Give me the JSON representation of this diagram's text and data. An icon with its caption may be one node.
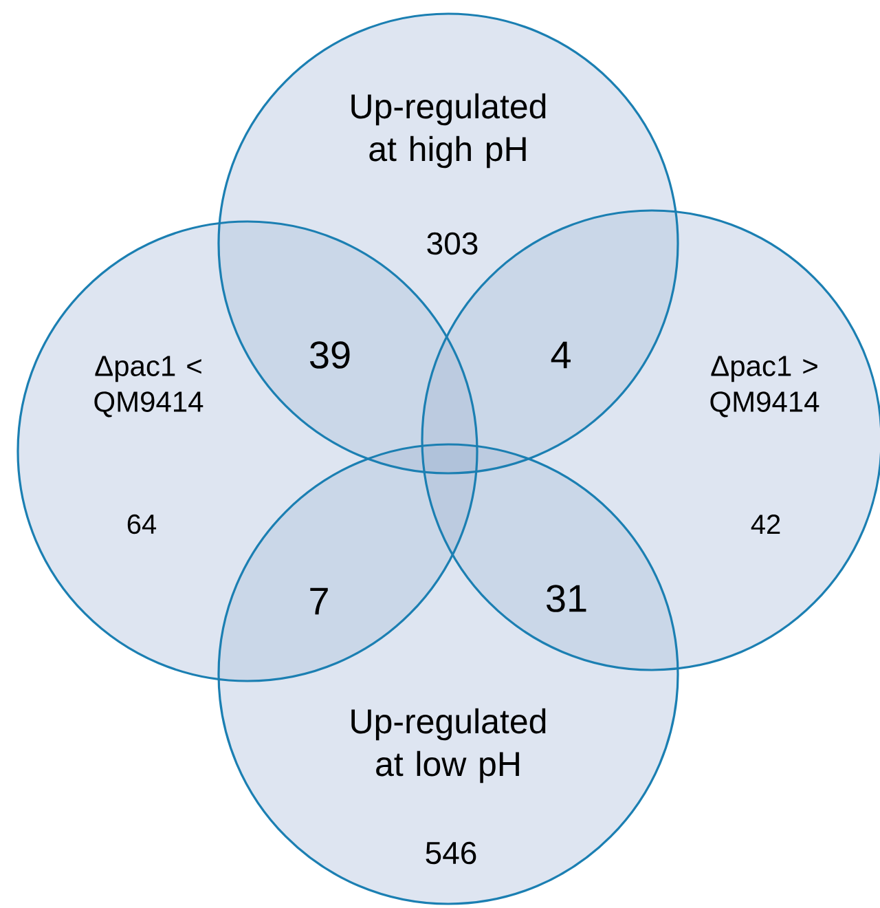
{
  "diagram": {
    "nodes": [
      {
        "text": [
          "Up-regulated at high pH",
          "303"
        ]
      },
      {
        "text": [
          "Δpac1 < QM9414",
          "64"
        ]
      },
      {
        "text": [
          "Δpac1 > QM9414",
          "42"
        ]
      },
      {
        "text": [
          "Up-regulated at low pH",
          "546"
        ]
      }
    ],
    "labels": [
      "39",
      "4",
      "7",
      "31"
    ]
  }
}
